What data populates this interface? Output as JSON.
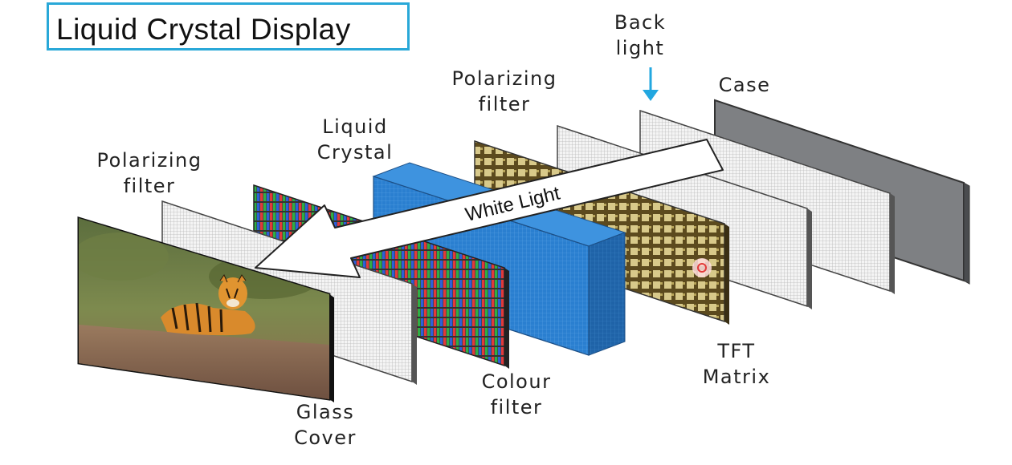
{
  "title": "Liquid Crystal Display",
  "arrow_label": "White Light",
  "labels": {
    "back_light": [
      "Back",
      "light"
    ],
    "case": [
      "Case"
    ],
    "polarizing_filter_back": [
      "Polarizing",
      "filter"
    ],
    "liquid_crystal": [
      "Liquid",
      "Crystal"
    ],
    "polarizing_filter_front": [
      "Polarizing",
      "filter"
    ],
    "tft_matrix": [
      "TFT",
      "Matrix"
    ],
    "colour_filter": [
      "Colour",
      "filter"
    ],
    "glass_cover": [
      "Glass",
      "Cover"
    ]
  },
  "colors": {
    "title_border": "#29a8d8",
    "backlight_arrow": "#22a7e0",
    "case": "#7e8083",
    "liquid_crystal": "#2a7fd0",
    "tft_matrix": "#8a7a3a",
    "subpixel_red": "#e23a3a",
    "subpixel_green": "#2fae46",
    "subpixel_blue": "#2f5fd8"
  }
}
